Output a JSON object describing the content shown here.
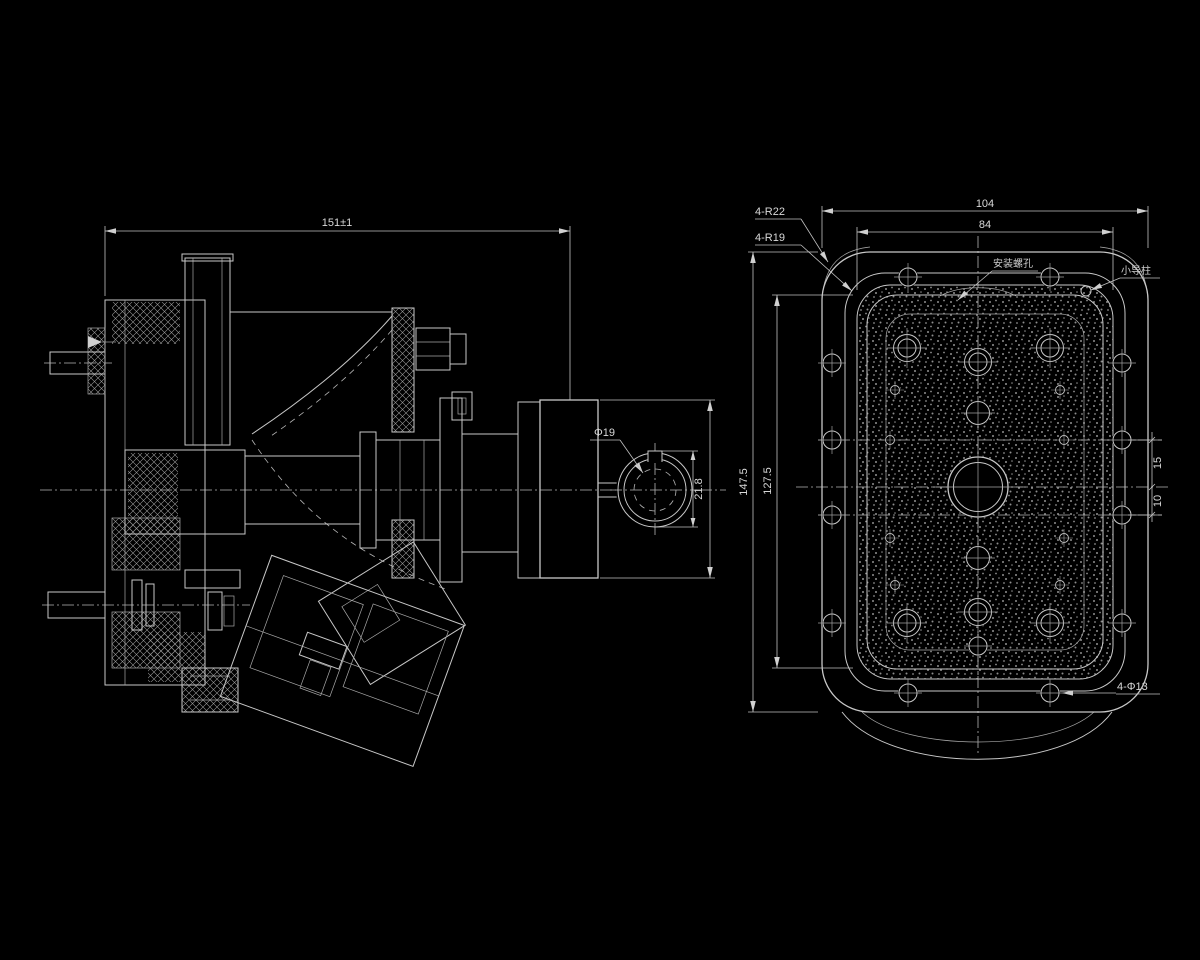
{
  "drawing": {
    "background": "#000000",
    "line_color": "#c8c8c8",
    "text_color": "#d9d9d9",
    "left_view": {
      "dim_overall": "151±1",
      "shaft_dia": "Φ19",
      "key_dim": "21.8"
    },
    "right_view": {
      "dim_width": "104",
      "dim_width_inner": "84",
      "dim_height": "147.5",
      "dim_height_inner": "127.5",
      "dim_upper": "15",
      "dim_lower": "10",
      "label_radius_outer": "4-R22",
      "label_radius_inner": "4-R19",
      "label_holes": "4-Φ13",
      "label_mount": "安装螺孔",
      "label_pin": "小导柱"
    }
  }
}
